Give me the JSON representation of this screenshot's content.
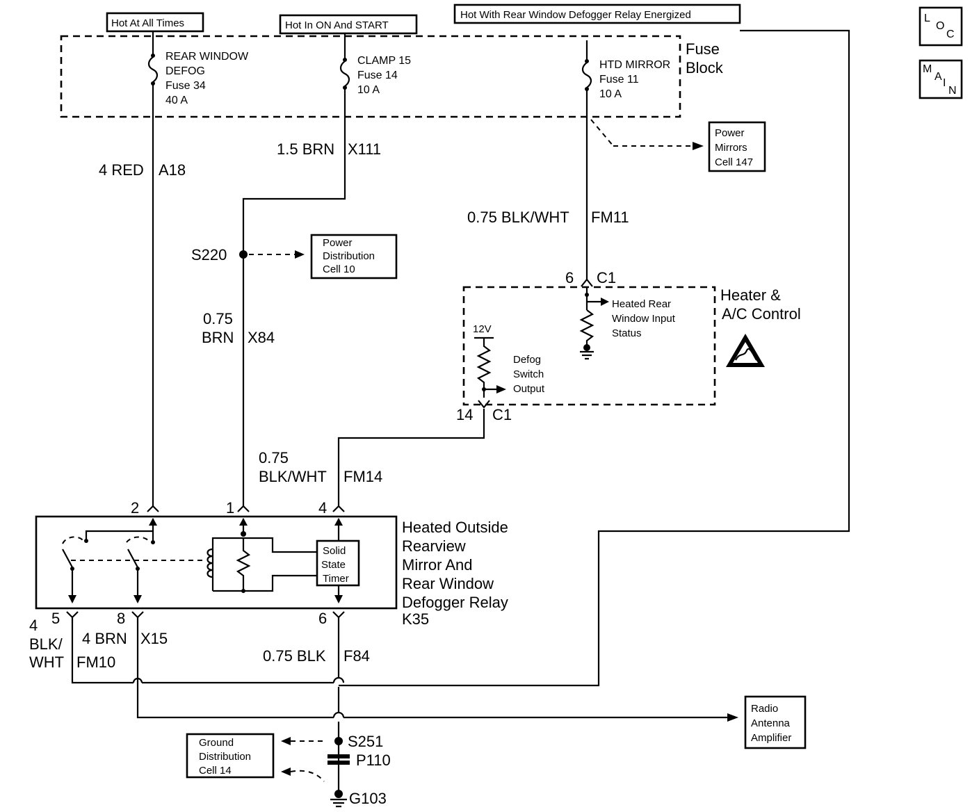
{
  "headers": {
    "hot_at_all_times": "Hot At All Times",
    "hot_on_start": "Hot In ON And START",
    "hot_defog_relay": "Hot With Rear Window Defogger Relay Energized"
  },
  "nav": {
    "loc": [
      "L",
      "O",
      "C"
    ],
    "main": [
      "M",
      "A",
      "I",
      "N"
    ]
  },
  "fuse_block": {
    "title": [
      "Fuse",
      "Block"
    ],
    "fuse34": [
      "REAR WINDOW",
      "DEFOG",
      "Fuse 34",
      "40 A"
    ],
    "fuse14": [
      "CLAMP 15",
      "Fuse 14",
      "10 A"
    ],
    "fuse11": [
      "HTD MIRROR",
      "Fuse 11",
      "10 A"
    ]
  },
  "wires": {
    "a18": [
      "4 RED",
      "A18"
    ],
    "x111": [
      "1.5 BRN",
      "X111"
    ],
    "fm11": [
      "0.75 BLK/WHT",
      "FM11"
    ],
    "x84": [
      "0.75",
      "BRN",
      "X84"
    ],
    "fm14": [
      "0.75",
      "BLK/WHT",
      "FM14"
    ],
    "fm10": [
      "4",
      "BLK/",
      "WHT",
      "FM10"
    ],
    "x15": [
      "4 BRN",
      "X15"
    ],
    "f84": [
      "0.75 BLK",
      "F84"
    ]
  },
  "refs": {
    "power_mirrors": [
      "Power",
      "Mirrors",
      "Cell 147"
    ],
    "power_distribution": [
      "Power",
      "Distribution",
      "Cell 10"
    ],
    "radio_amp": [
      "Radio",
      "Antenna",
      "Amplifier"
    ],
    "ground_distribution": [
      "Ground",
      "Distribution",
      "Cell 14"
    ]
  },
  "splices": {
    "s220": "S220",
    "s251": "S251",
    "p110": "P110",
    "g103": "G103"
  },
  "hvac": {
    "title": [
      "Heater &",
      "A/C Control"
    ],
    "pin6": "6",
    "c1_top": "C1",
    "pin14": "14",
    "c1_bot": "C1",
    "v12": "12V",
    "input_status": [
      "Heated Rear",
      "Window Input",
      "Status"
    ],
    "switch_output": [
      "Defog",
      "Switch",
      "Output"
    ]
  },
  "relay": {
    "title": [
      "Heated Outside",
      "Rearview",
      "Mirror And",
      "Rear Window",
      "Defogger Relay",
      "K35"
    ],
    "timer": [
      "Solid",
      "State",
      "Timer"
    ],
    "pin2": "2",
    "pin1": "1",
    "pin4": "4",
    "pin5": "5",
    "pin8": "8",
    "pin6": "6"
  }
}
